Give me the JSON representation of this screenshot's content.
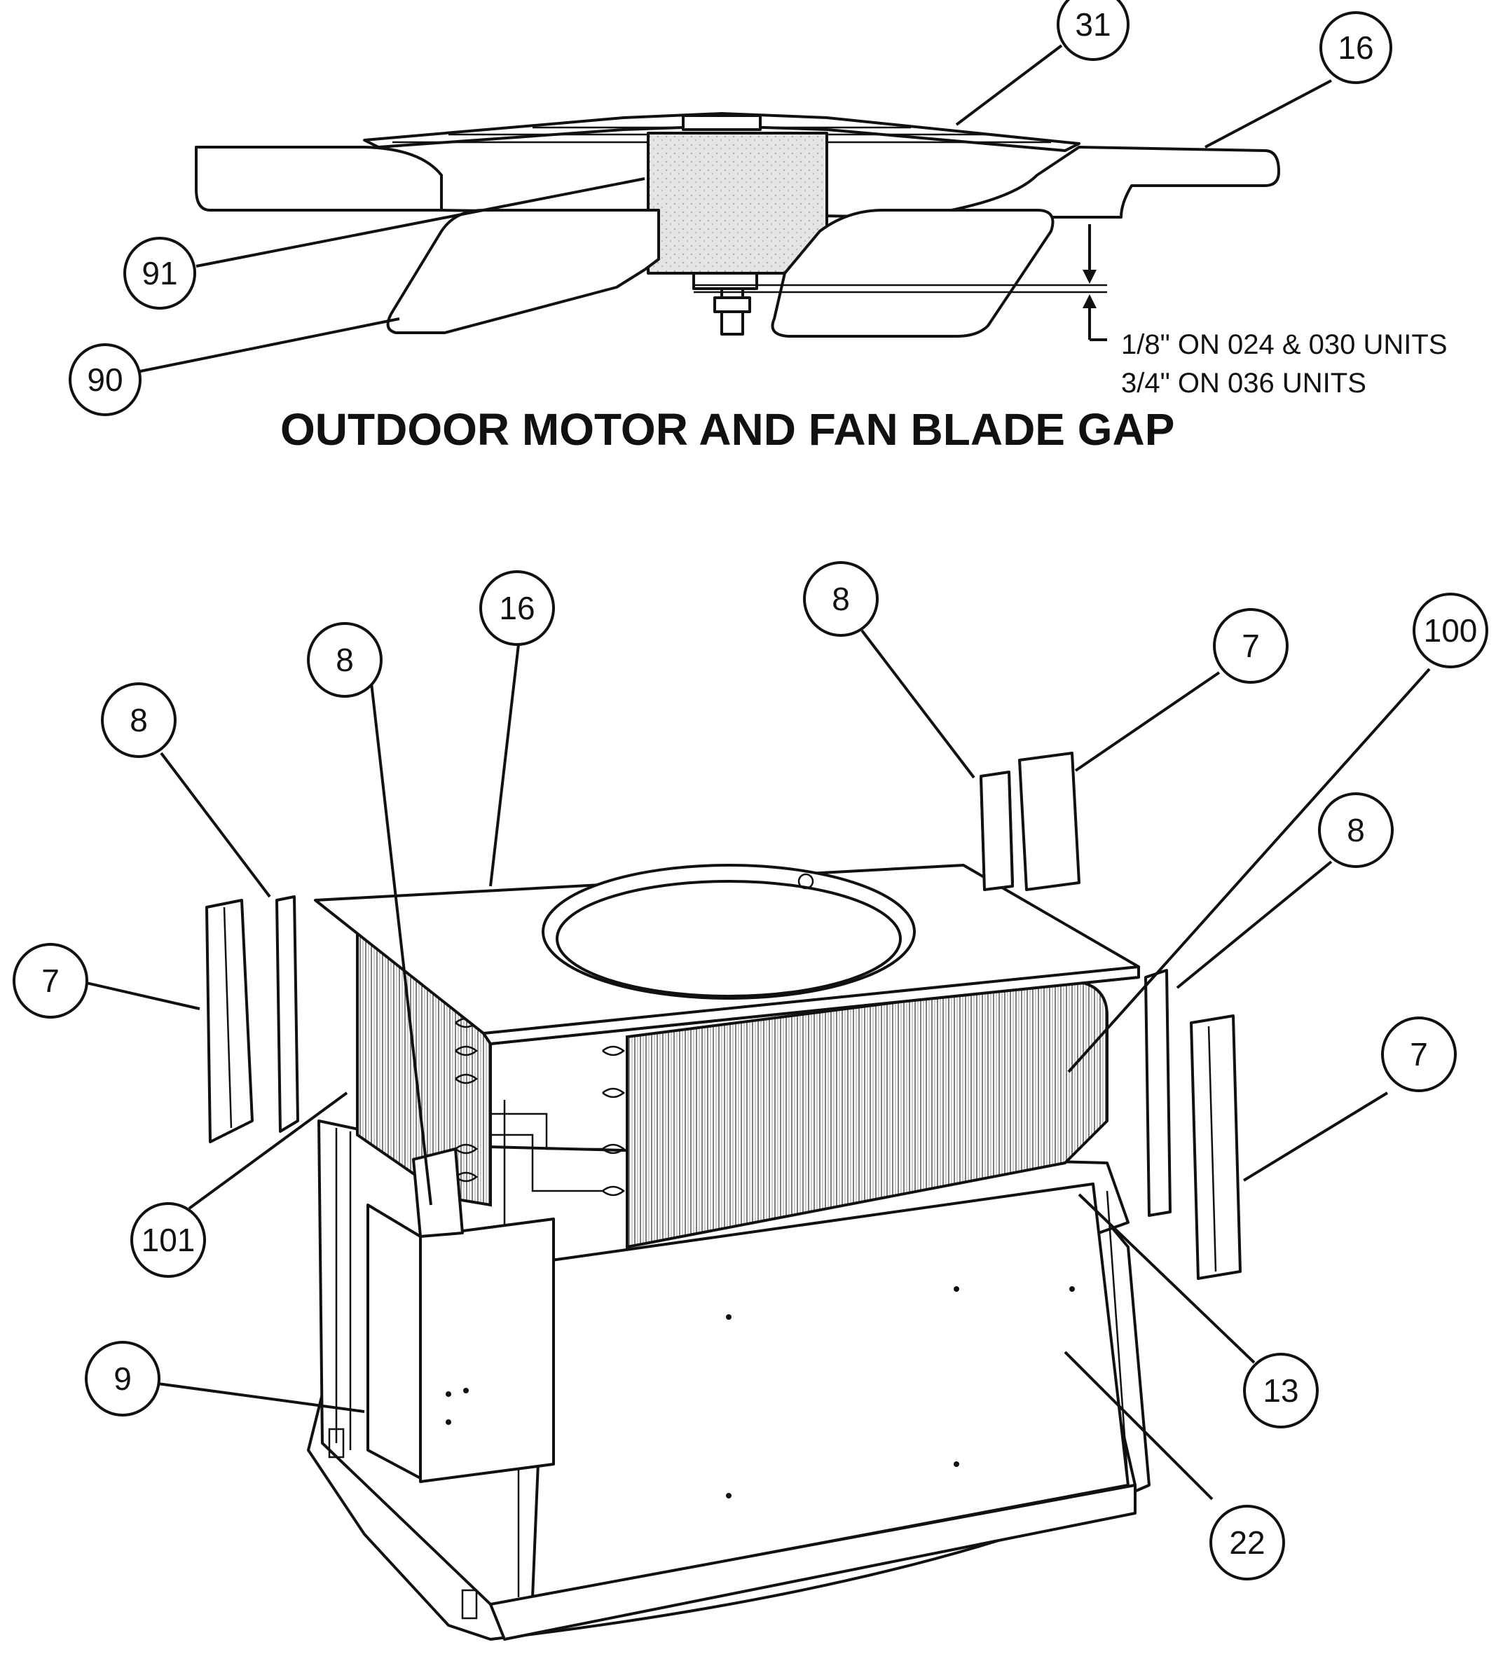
{
  "diagram": {
    "title": "OUTDOOR MOTOR AND FAN BLADE GAP",
    "gap_note_line1": "1/8\" ON 024 & 030 UNITS",
    "gap_note_line2": "3/4\" ON 036 UNITS"
  },
  "callouts": {
    "c31": "31",
    "c16_top": "16",
    "c91": "91",
    "c90": "90",
    "c16_lower": "16",
    "c8_center": "8",
    "c7_right_top": "7",
    "c100": "100",
    "c8_left_inner": "8",
    "c8_left_outer": "8",
    "c7_left": "7",
    "c8_right": "8",
    "c7_right": "7",
    "c101": "101",
    "c9": "9",
    "c13": "13",
    "c22": "22"
  }
}
